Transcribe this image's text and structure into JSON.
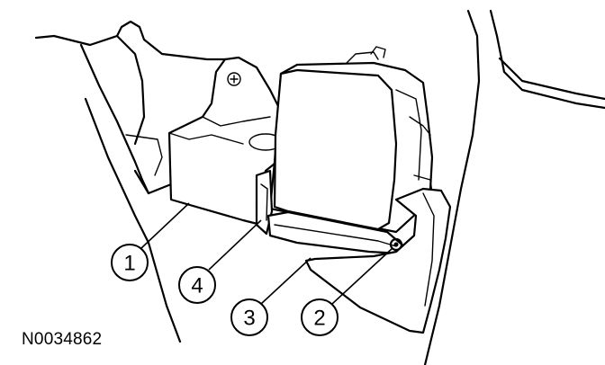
{
  "figure_id": "N0034862",
  "callouts": [
    "1",
    "4",
    "3",
    "2"
  ]
}
